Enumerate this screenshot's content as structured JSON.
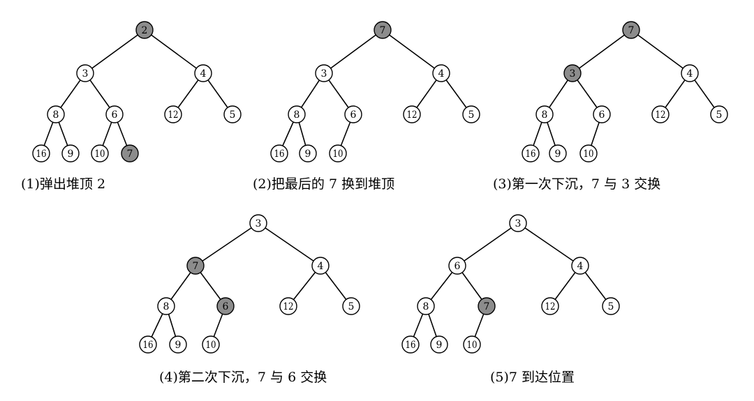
{
  "colors": {
    "normal_fill": "#ffffff",
    "highlight_fill": "#8c8c8c",
    "stroke": "#000000"
  },
  "panels": [
    {
      "caption": "(1)弹出堆顶 2",
      "nodes": [
        {
          "id": "n0",
          "label": "2",
          "highlight": true
        },
        {
          "id": "n1",
          "label": "3",
          "highlight": false
        },
        {
          "id": "n2",
          "label": "4",
          "highlight": false
        },
        {
          "id": "n3",
          "label": "8",
          "highlight": false
        },
        {
          "id": "n4",
          "label": "6",
          "highlight": false
        },
        {
          "id": "n5",
          "label": "12",
          "highlight": false
        },
        {
          "id": "n6",
          "label": "5",
          "highlight": false
        },
        {
          "id": "n7",
          "label": "16",
          "highlight": false
        },
        {
          "id": "n8",
          "label": "9",
          "highlight": false
        },
        {
          "id": "n9",
          "label": "10",
          "highlight": false
        },
        {
          "id": "n10",
          "label": "7",
          "highlight": true
        }
      ],
      "edges": [
        [
          "n0",
          "n1"
        ],
        [
          "n0",
          "n2"
        ],
        [
          "n1",
          "n3"
        ],
        [
          "n1",
          "n4"
        ],
        [
          "n2",
          "n5"
        ],
        [
          "n2",
          "n6"
        ],
        [
          "n3",
          "n7"
        ],
        [
          "n3",
          "n8"
        ],
        [
          "n4",
          "n9"
        ],
        [
          "n4",
          "n10"
        ]
      ]
    },
    {
      "caption": "(2)把最后的 7 换到堆顶",
      "nodes": [
        {
          "id": "n0",
          "label": "7",
          "highlight": true
        },
        {
          "id": "n1",
          "label": "3",
          "highlight": false
        },
        {
          "id": "n2",
          "label": "4",
          "highlight": false
        },
        {
          "id": "n3",
          "label": "8",
          "highlight": false
        },
        {
          "id": "n4",
          "label": "6",
          "highlight": false
        },
        {
          "id": "n5",
          "label": "12",
          "highlight": false
        },
        {
          "id": "n6",
          "label": "5",
          "highlight": false
        },
        {
          "id": "n7",
          "label": "16",
          "highlight": false
        },
        {
          "id": "n8",
          "label": "9",
          "highlight": false
        },
        {
          "id": "n9",
          "label": "10",
          "highlight": false
        }
      ],
      "edges": [
        [
          "n0",
          "n1"
        ],
        [
          "n0",
          "n2"
        ],
        [
          "n1",
          "n3"
        ],
        [
          "n1",
          "n4"
        ],
        [
          "n2",
          "n5"
        ],
        [
          "n2",
          "n6"
        ],
        [
          "n3",
          "n7"
        ],
        [
          "n3",
          "n8"
        ],
        [
          "n4",
          "n9"
        ]
      ]
    },
    {
      "caption": "(3)第一次下沉，7 与 3 交换",
      "nodes": [
        {
          "id": "n0",
          "label": "7",
          "highlight": true
        },
        {
          "id": "n1",
          "label": "3",
          "highlight": true
        },
        {
          "id": "n2",
          "label": "4",
          "highlight": false
        },
        {
          "id": "n3",
          "label": "8",
          "highlight": false
        },
        {
          "id": "n4",
          "label": "6",
          "highlight": false
        },
        {
          "id": "n5",
          "label": "12",
          "highlight": false
        },
        {
          "id": "n6",
          "label": "5",
          "highlight": false
        },
        {
          "id": "n7",
          "label": "16",
          "highlight": false
        },
        {
          "id": "n8",
          "label": "9",
          "highlight": false
        },
        {
          "id": "n9",
          "label": "10",
          "highlight": false
        }
      ],
      "edges": [
        [
          "n0",
          "n1"
        ],
        [
          "n0",
          "n2"
        ],
        [
          "n1",
          "n3"
        ],
        [
          "n1",
          "n4"
        ],
        [
          "n2",
          "n5"
        ],
        [
          "n2",
          "n6"
        ],
        [
          "n3",
          "n7"
        ],
        [
          "n3",
          "n8"
        ],
        [
          "n4",
          "n9"
        ]
      ]
    },
    {
      "caption": "(4)第二次下沉，7 与 6 交换",
      "nodes": [
        {
          "id": "n0",
          "label": "3",
          "highlight": false
        },
        {
          "id": "n1",
          "label": "7",
          "highlight": true
        },
        {
          "id": "n2",
          "label": "4",
          "highlight": false
        },
        {
          "id": "n3",
          "label": "8",
          "highlight": false
        },
        {
          "id": "n4",
          "label": "6",
          "highlight": true
        },
        {
          "id": "n5",
          "label": "12",
          "highlight": false
        },
        {
          "id": "n6",
          "label": "5",
          "highlight": false
        },
        {
          "id": "n7",
          "label": "16",
          "highlight": false
        },
        {
          "id": "n8",
          "label": "9",
          "highlight": false
        },
        {
          "id": "n9",
          "label": "10",
          "highlight": false
        }
      ],
      "edges": [
        [
          "n0",
          "n1"
        ],
        [
          "n0",
          "n2"
        ],
        [
          "n1",
          "n3"
        ],
        [
          "n1",
          "n4"
        ],
        [
          "n2",
          "n5"
        ],
        [
          "n2",
          "n6"
        ],
        [
          "n3",
          "n7"
        ],
        [
          "n3",
          "n8"
        ],
        [
          "n4",
          "n9"
        ]
      ]
    },
    {
      "caption": "(5)7 到达位置",
      "nodes": [
        {
          "id": "n0",
          "label": "3",
          "highlight": false
        },
        {
          "id": "n1",
          "label": "6",
          "highlight": false
        },
        {
          "id": "n2",
          "label": "4",
          "highlight": false
        },
        {
          "id": "n3",
          "label": "8",
          "highlight": false
        },
        {
          "id": "n4",
          "label": "7",
          "highlight": true
        },
        {
          "id": "n5",
          "label": "12",
          "highlight": false
        },
        {
          "id": "n6",
          "label": "5",
          "highlight": false
        },
        {
          "id": "n7",
          "label": "16",
          "highlight": false
        },
        {
          "id": "n8",
          "label": "9",
          "highlight": false
        },
        {
          "id": "n9",
          "label": "10",
          "highlight": false
        }
      ],
      "edges": [
        [
          "n0",
          "n1"
        ],
        [
          "n0",
          "n2"
        ],
        [
          "n1",
          "n3"
        ],
        [
          "n1",
          "n4"
        ],
        [
          "n2",
          "n5"
        ],
        [
          "n2",
          "n6"
        ],
        [
          "n3",
          "n7"
        ],
        [
          "n3",
          "n8"
        ],
        [
          "n4",
          "n9"
        ]
      ]
    }
  ]
}
